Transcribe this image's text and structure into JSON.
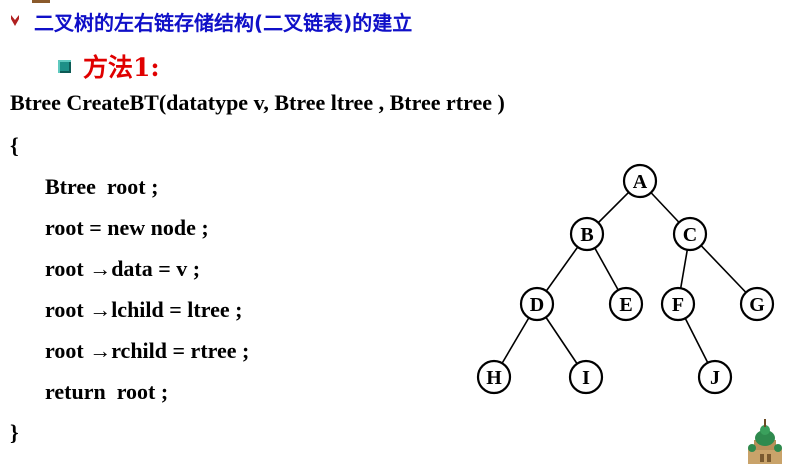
{
  "heading": {
    "text": "二叉树的左右链存储结构(二叉链表)的建立",
    "bullet_icon": "arrow-down-icon",
    "color": "#1010c8"
  },
  "method": {
    "text": "方法1:",
    "bullet_icon": "square-bullet-icon",
    "color": "#e00000"
  },
  "code": {
    "lines": [
      "Btree CreateBT(datatype v, Btree ltree , Btree rtree )",
      "{",
      "Btree  root ;",
      "root = new node ;",
      "root →data = v ;",
      "root →lchild = ltree ;",
      "root →rchild = rtree ;",
      "return  root ;",
      "}"
    ]
  },
  "tree": {
    "nodes": [
      "A",
      "B",
      "C",
      "D",
      "E",
      "F",
      "G",
      "H",
      "I",
      "J"
    ],
    "edges": [
      [
        "A",
        "B"
      ],
      [
        "A",
        "C"
      ],
      [
        "B",
        "D"
      ],
      [
        "B",
        "E"
      ],
      [
        "C",
        "F"
      ],
      [
        "C",
        "G"
      ],
      [
        "D",
        "H"
      ],
      [
        "D",
        "I"
      ],
      [
        "F",
        "J"
      ]
    ]
  },
  "logo_icon": "cathedral-icon"
}
